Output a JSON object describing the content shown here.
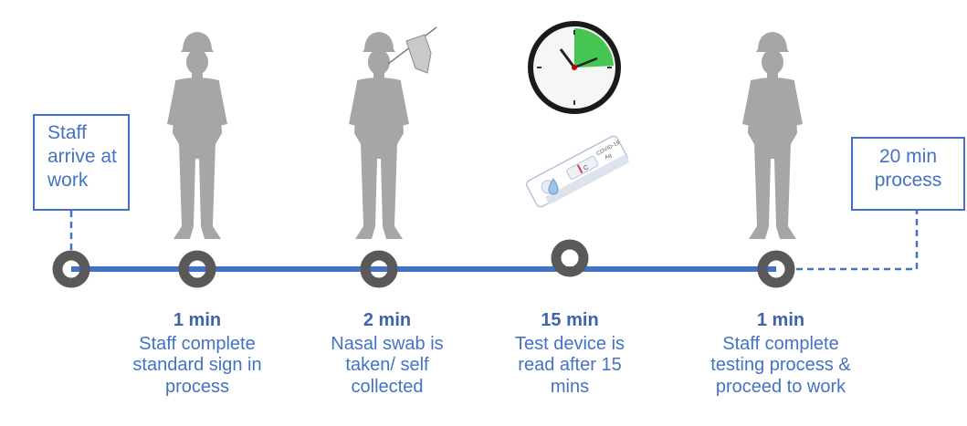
{
  "start_box": {
    "lines": [
      "Staff",
      "arrive at",
      "work"
    ]
  },
  "end_box": {
    "lines": [
      "20 min",
      "process"
    ]
  },
  "steps": [
    {
      "duration": "1  min",
      "lines": [
        "Staff complete",
        "standard sign in",
        "process"
      ]
    },
    {
      "duration": "2 min",
      "lines": [
        "Nasal swab is",
        "taken/ self",
        "collected"
      ]
    },
    {
      "duration": "15 min",
      "lines": [
        "Test device is",
        "read after 15",
        "mins"
      ]
    },
    {
      "duration": "1 min",
      "lines": [
        "Staff complete",
        "testing process &",
        "proceed to work"
      ]
    }
  ],
  "test_device": {
    "text_covid": "COVID-19",
    "text_ag": "Ag",
    "text_c": "C"
  },
  "colors": {
    "accent": "#4472c4",
    "node": "#595959",
    "silhouette": "#a6a6a6",
    "clock_green": "#3cc24a"
  }
}
